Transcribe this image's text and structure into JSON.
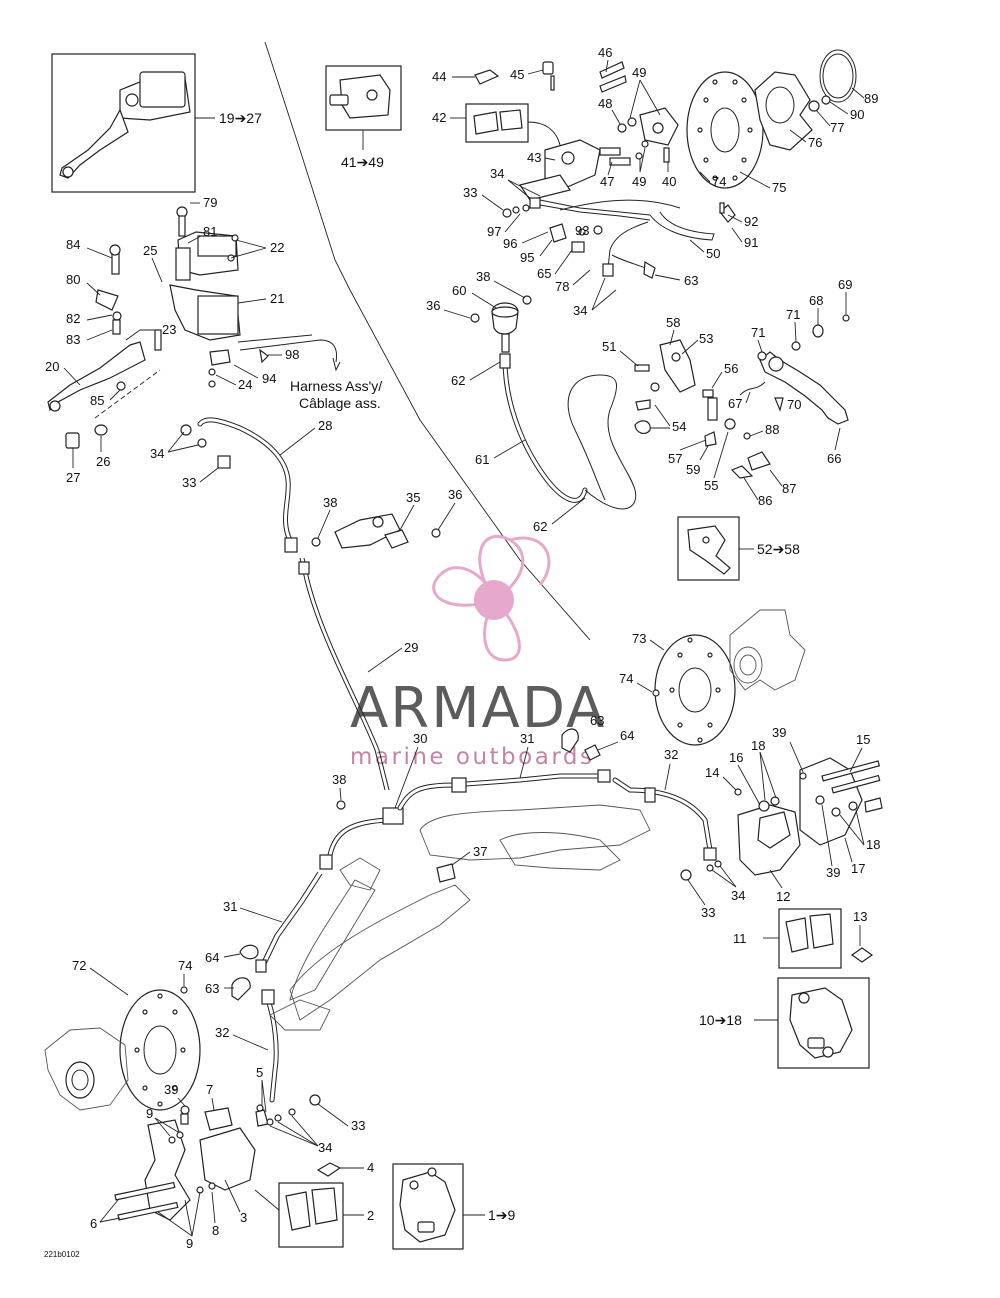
{
  "watermark": {
    "brand": "ARMADA",
    "tagline": "marine outboards",
    "logo_color": "#e7a9cb",
    "logo_dark": "#c583a8",
    "text_color": "#5c5c5c"
  },
  "harness": {
    "line1": "Harness Ass'y/",
    "line2": "Câblage ass."
  },
  "figure_code": "221b0102",
  "callouts": {
    "c19_27": "19➔27",
    "c41_49": "41➔49",
    "c52_58": "52➔58",
    "c10_18": "10➔18",
    "c1_9": "1➔9",
    "c79": "79",
    "c81": "81",
    "c22": "22",
    "c84": "84",
    "c25": "25",
    "c80": "80",
    "c21": "21",
    "c82": "82",
    "c23": "23",
    "c83": "83",
    "c20": "20",
    "c98": "98",
    "c24": "24",
    "c94": "94",
    "c85": "85",
    "c27": "27",
    "c26": "26",
    "c28": "28",
    "c34a": "34",
    "c33a": "33",
    "c44": "44",
    "c45": "45",
    "c46": "46",
    "c49a": "49",
    "c48": "48",
    "c42": "42",
    "c43": "43",
    "c47": "47",
    "c49b": "49",
    "c40": "40",
    "c74a": "74",
    "c75": "75",
    "c76": "76",
    "c77": "77",
    "c89": "89",
    "c90": "90",
    "c34b": "34",
    "c33b": "33",
    "c97": "97",
    "c96": "96",
    "c95": "95",
    "c93": "93",
    "c65": "65",
    "c78": "78",
    "c92": "92",
    "c91": "91",
    "c50": "50",
    "c63a": "63",
    "c34c": "34",
    "c38a": "38",
    "c60": "60",
    "c36a": "36",
    "c62a": "62",
    "c58": "58",
    "c53": "53",
    "c51": "51",
    "c71a": "71",
    "c68": "68",
    "c69": "69",
    "c71b": "71",
    "c56": "56",
    "c67": "67",
    "c70": "70",
    "c54": "54",
    "c88": "88",
    "c57": "57",
    "c59": "59",
    "c61": "61",
    "c55": "55",
    "c87": "87",
    "c86": "86",
    "c66": "66",
    "c62b": "62",
    "c38b": "38",
    "c35": "35",
    "c36b": "36",
    "c29": "29",
    "c73": "73",
    "c74b": "74",
    "c63b": "63",
    "c30": "30",
    "c31a": "31",
    "c64a": "64",
    "c32a": "32",
    "c38c": "38",
    "c39a": "39",
    "c18a": "18",
    "c15": "15",
    "c16": "16",
    "c14": "14",
    "c18b": "18",
    "c37": "37",
    "c39b": "39",
    "c17": "17",
    "c34d": "34",
    "c33c": "33",
    "c12": "12",
    "c13": "13",
    "c11": "11",
    "c31b": "31",
    "c72": "72",
    "c74c": "74",
    "c64b": "64",
    "c63c": "63",
    "c32b": "32",
    "c5": "5",
    "c39c": "39",
    "c7": "7",
    "c9a": "9",
    "c33d": "33",
    "c34e": "34",
    "c4": "4",
    "c3": "3",
    "c2": "2",
    "c6": "6",
    "c9b": "9",
    "c8": "8"
  }
}
